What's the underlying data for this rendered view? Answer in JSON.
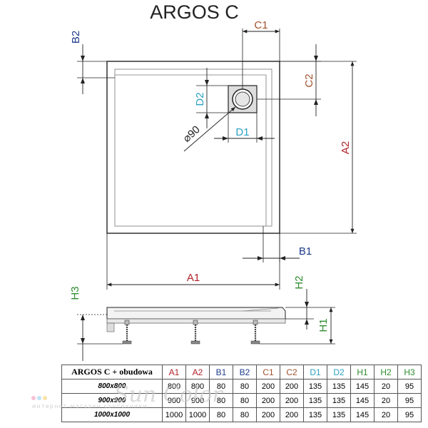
{
  "title": "ARGOS C",
  "labels": {
    "a1": "A1",
    "a2": "A2",
    "b1": "B1",
    "b2": "B2",
    "c1": "C1",
    "c2": "C2",
    "d1": "D1",
    "d2": "D2",
    "h1": "H1",
    "h2": "H2",
    "h3": "H3",
    "drain_diameter": "⌀90"
  },
  "colors": {
    "a": "#b0222a",
    "b": "#1d3a8a",
    "c": "#a0522d",
    "d": "#2aa0c0",
    "h": "#2e8b2e"
  },
  "table": {
    "header": [
      "ARGOS C + obudowa",
      "A1",
      "A2",
      "B1",
      "B2",
      "C1",
      "C2",
      "D1",
      "D2",
      "H1",
      "H2",
      "H3"
    ],
    "rows": [
      {
        "model": "800x800",
        "values": [
          "800",
          "800",
          "80",
          "80",
          "200",
          "200",
          "135",
          "135",
          "145",
          "20",
          "95"
        ]
      },
      {
        "model": "900x900",
        "values": [
          "900",
          "900",
          "80",
          "80",
          "200",
          "200",
          "135",
          "135",
          "145",
          "20",
          "95"
        ]
      },
      {
        "model": "1000x1000",
        "values": [
          "1000",
          "1000",
          "80",
          "80",
          "200",
          "200",
          "135",
          "135",
          "145",
          "20",
          "95"
        ]
      }
    ]
  },
  "watermark": {
    "logo": "Sun Color",
    "text": "интернет-магазин сантехники"
  }
}
